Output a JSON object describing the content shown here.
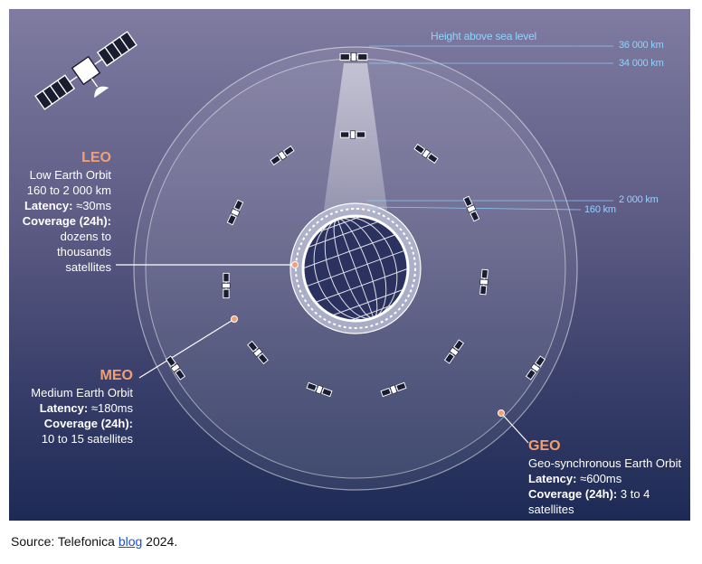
{
  "header": "Height above sea level",
  "altitudes": {
    "geo_top": "36 000 km",
    "geo_bottom": "34 000 km",
    "leo_top": "2 000 km",
    "leo_bottom": "160 km"
  },
  "leo": {
    "name": "LEO",
    "full": "Low Earth Orbit",
    "range": "160 to 2 000 km",
    "latency_label": "Latency:",
    "latency": "≈30ms",
    "coverage_label": "Coverage (24h):",
    "coverage_1": "dozens to thousands",
    "coverage_2": "satellites"
  },
  "meo": {
    "name": "MEO",
    "full": "Medium Earth Orbit",
    "latency_label": "Latency:",
    "latency": "≈180ms",
    "coverage_label": "Coverage (24h):",
    "coverage": "10 to 15 satellites"
  },
  "geo": {
    "name": "GEO",
    "full": "Geo-synchronous Earth Orbit",
    "latency_label": "Latency:",
    "latency": "≈600ms",
    "coverage_label": "Coverage (24h):",
    "coverage": "3 to 4 satellites"
  },
  "source": {
    "prefix": "Source: Telefonica ",
    "link": "blog",
    "suffix": " 2024."
  },
  "colors": {
    "orbit_label": "#f2a072",
    "altitude_text": "#8fd3ff",
    "link": "#1a4fd8"
  }
}
